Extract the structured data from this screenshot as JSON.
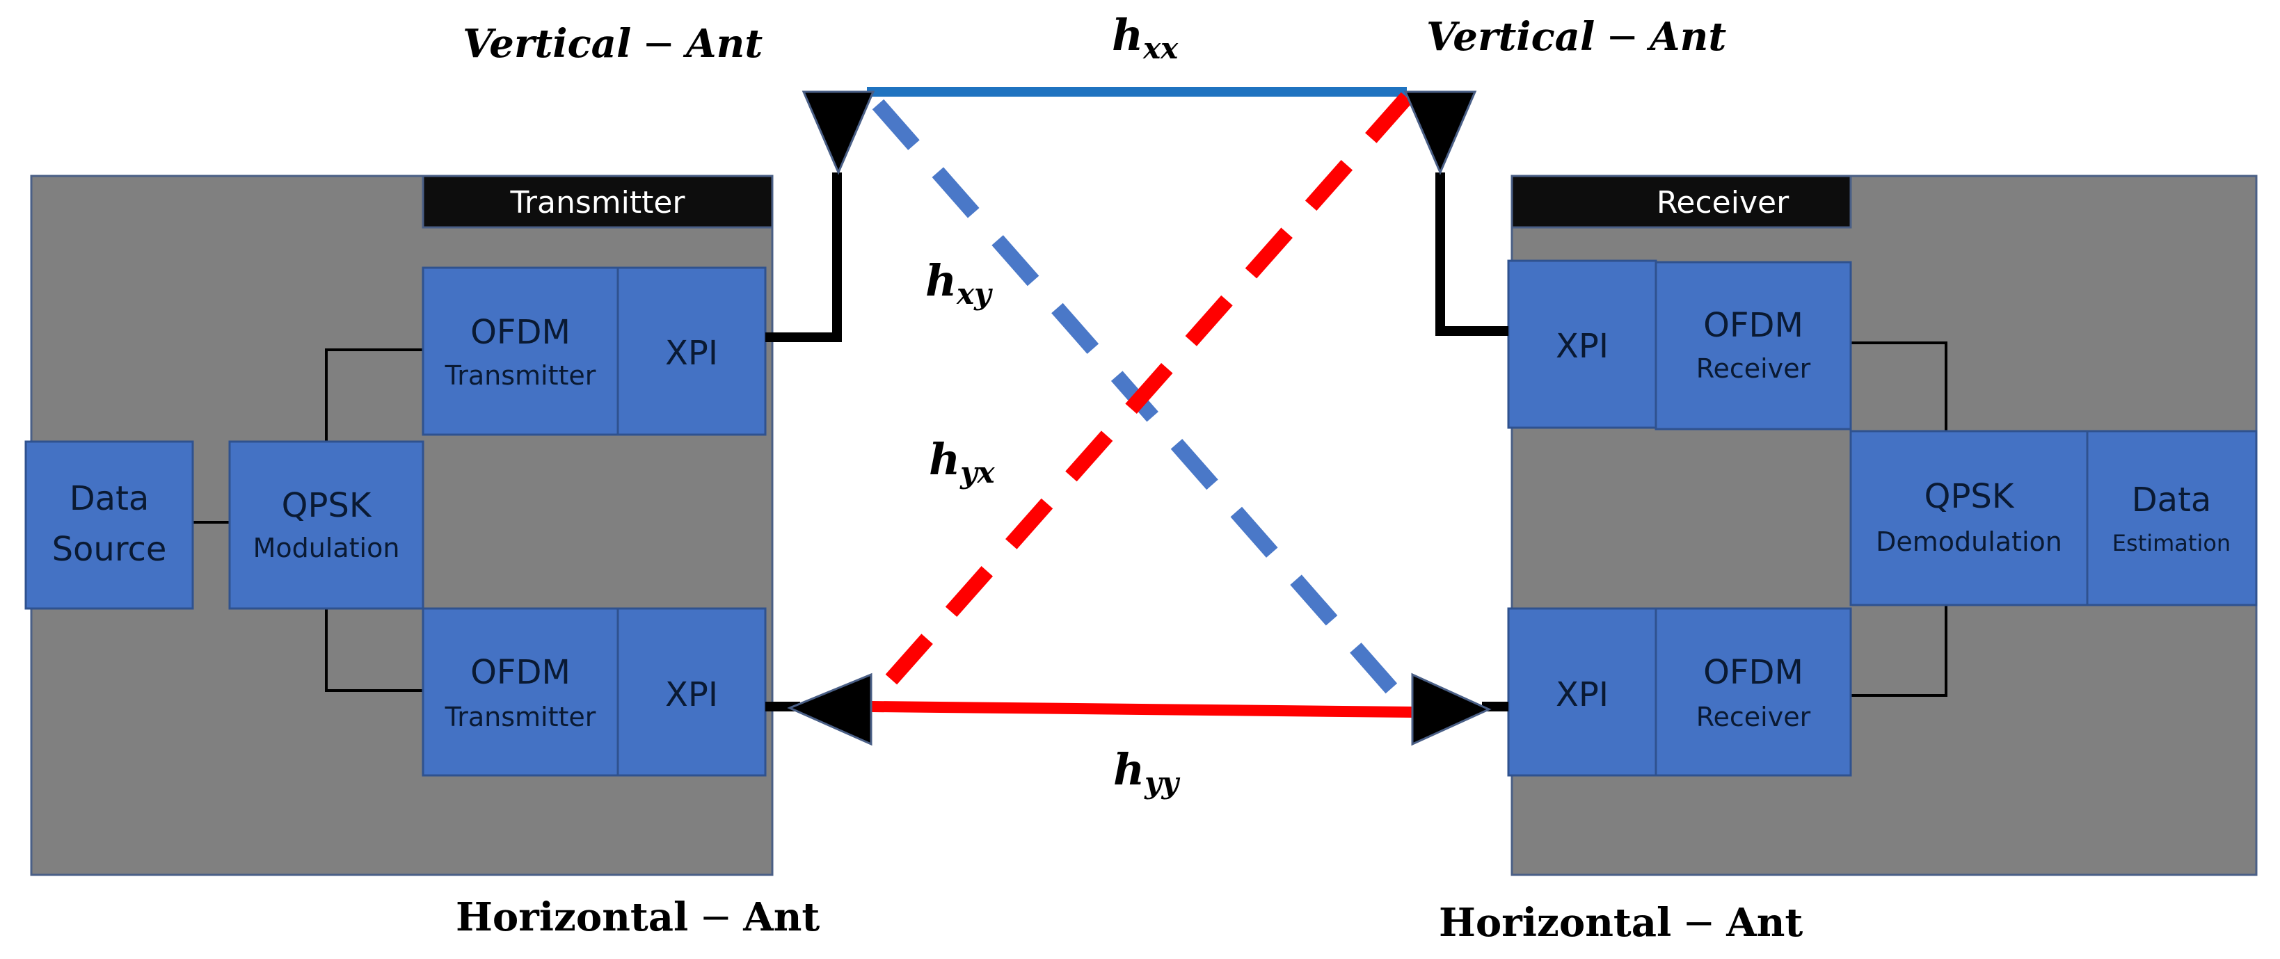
{
  "colors": {
    "panel": "#808080",
    "block": "#4472c4",
    "block_border": "#2f528f",
    "header": "#0d0d0d",
    "blue_link": "#1f73c0",
    "blue_dash": "#4a78c8",
    "red": "#ff0000",
    "wire": "#000000"
  },
  "transmitter": {
    "header": "Transmitter",
    "data_source": {
      "line1": "Data",
      "line2": "Source"
    },
    "qpsk": {
      "line1": "QPSK",
      "line2": "Modulation"
    },
    "ofdm_top": {
      "line1": "OFDM",
      "line2": "Transmitter"
    },
    "xpi_top": "XPI",
    "ofdm_bottom": {
      "line1": "OFDM",
      "line2": "Transmitter"
    },
    "xpi_bottom": "XPI"
  },
  "receiver": {
    "header": "Receiver",
    "xpi_top": "XPI",
    "ofdm_top": {
      "line1": "OFDM",
      "line2": "Receiver"
    },
    "qpsk": {
      "line1": "QPSK",
      "line2": "Demodulation"
    },
    "data_estimation": {
      "line1": "Data",
      "line2": "Estimation"
    },
    "xpi_bottom": "XPI",
    "ofdm_bottom": {
      "line1": "OFDM",
      "line2": "Receiver"
    }
  },
  "antennas": {
    "tx_vertical": {
      "main": "Vertical",
      "op": "−",
      "suffix": "Ant"
    },
    "rx_vertical": {
      "main": "Vertical",
      "op": "−",
      "suffix": "Ant"
    },
    "tx_horizontal": {
      "main": "Horizontal",
      "op": "−",
      "suffix": "Ant"
    },
    "rx_horizontal": {
      "main": "Horizontal",
      "op": "−",
      "suffix": "Ant"
    }
  },
  "channels": {
    "hxx": {
      "base": "h",
      "sub": "xx"
    },
    "hxy": {
      "base": "h",
      "sub": "xy"
    },
    "hyx": {
      "base": "h",
      "sub": "yx"
    },
    "hyy": {
      "base": "h",
      "sub": "yy"
    }
  }
}
